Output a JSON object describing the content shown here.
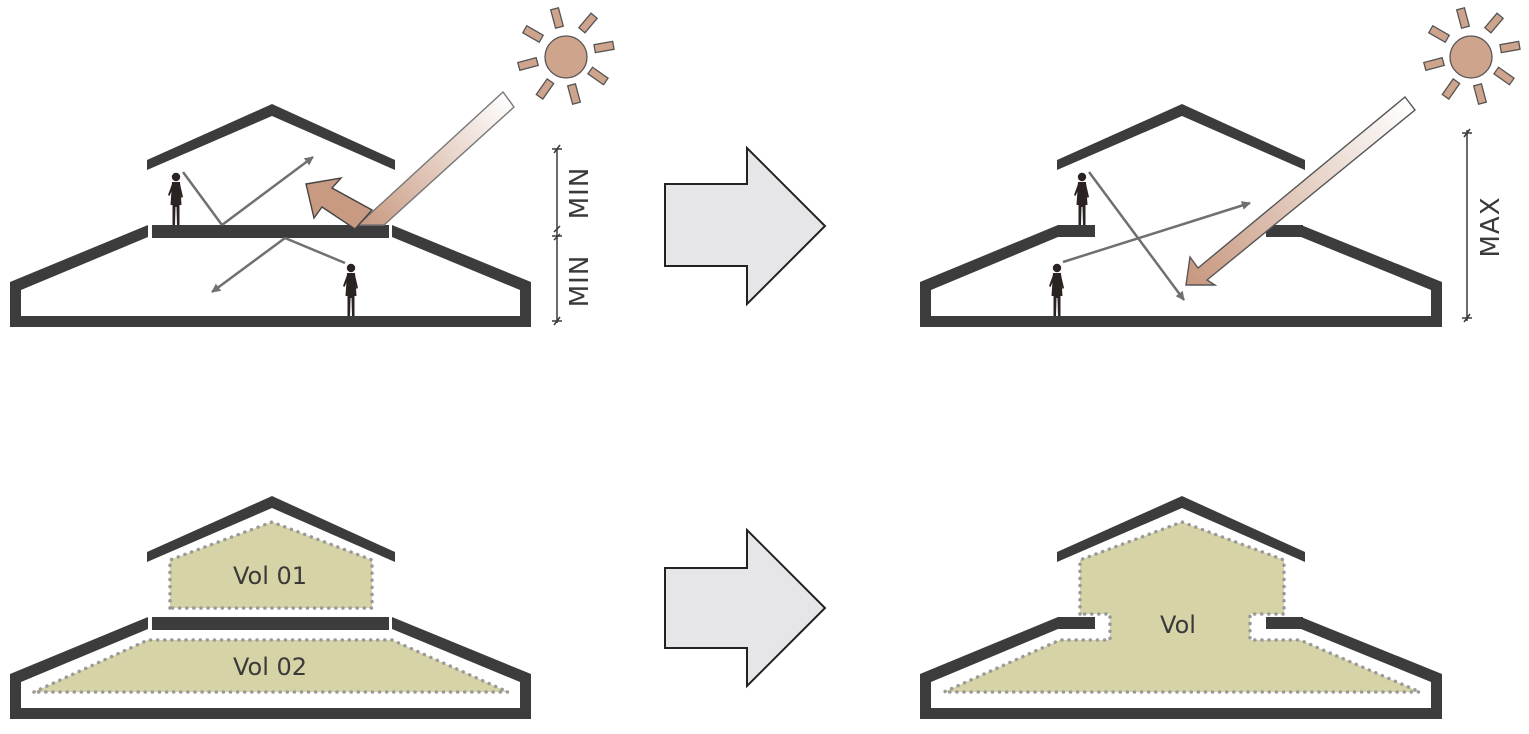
{
  "colors": {
    "wall": "#3c3c3c",
    "sun": "#cfa48c",
    "sun_arrow": "#cc9c84",
    "sight_arrow": "#707070",
    "volume_fill": "#d6d4a6",
    "volume_dots": "#9a9a9a",
    "transition_arrow_fill": "#e6e6e8",
    "transition_arrow_stroke": "#222222"
  },
  "labels": {
    "min_upper": "MIN",
    "min_lower": "MIN",
    "max": "MAX",
    "vol_01": "Vol 01",
    "vol_02": "Vol 02",
    "vol": "Vol"
  },
  "icons": [
    "sun-icon",
    "person-icon",
    "transition-arrow-icon"
  ]
}
